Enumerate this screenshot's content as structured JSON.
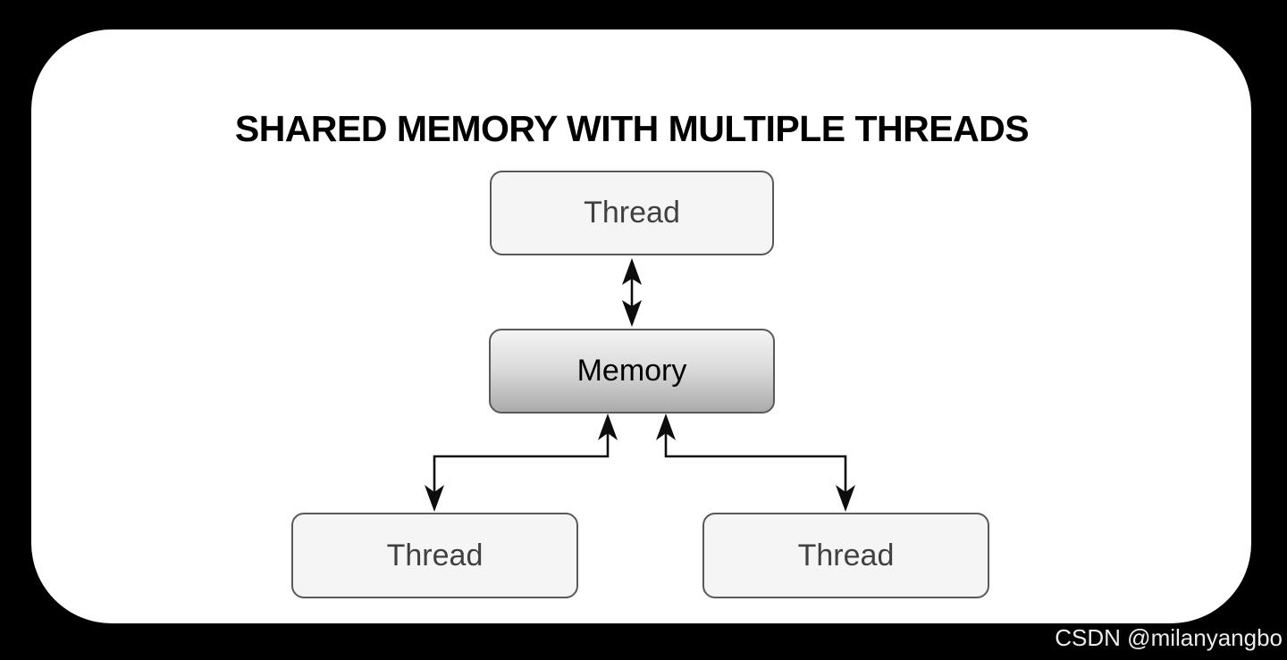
{
  "diagram": {
    "title": "SHARED MEMORY WITH MULTIPLE THREADS",
    "nodes": [
      {
        "id": "thread-top",
        "label": "Thread"
      },
      {
        "id": "memory",
        "label": "Memory"
      },
      {
        "id": "thread-left",
        "label": "Thread"
      },
      {
        "id": "thread-right",
        "label": "Thread"
      }
    ],
    "edges": [
      {
        "from": "thread-top",
        "to": "memory",
        "type": "bidirectional",
        "style": "straight"
      },
      {
        "from": "thread-left",
        "to": "memory",
        "type": "bidirectional",
        "style": "elbow"
      },
      {
        "from": "thread-right",
        "to": "memory",
        "type": "bidirectional",
        "style": "elbow"
      }
    ]
  },
  "watermark": {
    "text": "CSDN @milanyangbo"
  },
  "colors": {
    "background": "#000000",
    "panel": "#ffffff",
    "node_fill": "#f5f5f5",
    "node_border": "#595959",
    "memory_gradient_top": "#f4f4f4",
    "memory_gradient_bottom": "#ababab",
    "arrow": "#0d0d0d",
    "title_text": "#000000",
    "thread_text": "#404040",
    "memory_text": "#000000",
    "watermark_text": "#ededed"
  }
}
